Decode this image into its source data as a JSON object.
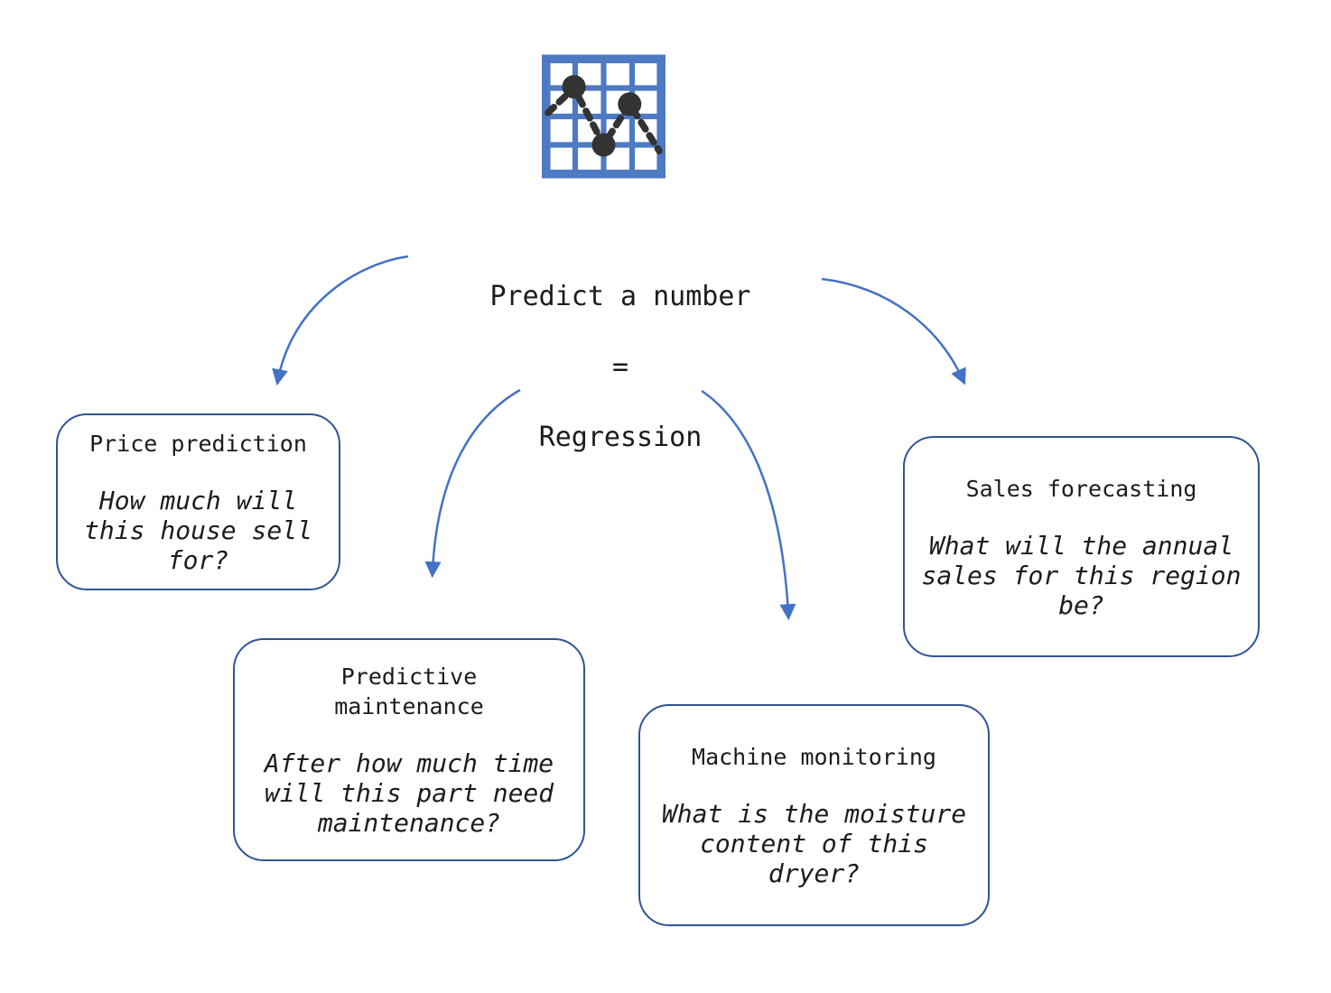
{
  "diagram": {
    "icon": {
      "name": "scatter-line-chart-icon",
      "description": "grid with three dots connected by dashed line"
    },
    "center": {
      "lines": [
        "Predict a number",
        "=",
        "Regression"
      ]
    },
    "boxes": [
      {
        "title": "Price prediction",
        "question": "How much will\nthis house sell\nfor?"
      },
      {
        "title": "Predictive\nmaintenance",
        "question": "After how much time\nwill this part need\nmaintenance?"
      },
      {
        "title": "Machine monitoring",
        "question": "What is the moisture\ncontent of this\ndryer?"
      },
      {
        "title": "Sales forecasting",
        "question": "What will the annual\nsales for this region\nbe?"
      }
    ],
    "colors": {
      "arrow": "#4472c4",
      "box_border": "#2f5496",
      "text": "#1c1c1c",
      "icon_grid": "#4d7ac2",
      "icon_dot": "#333333"
    }
  }
}
